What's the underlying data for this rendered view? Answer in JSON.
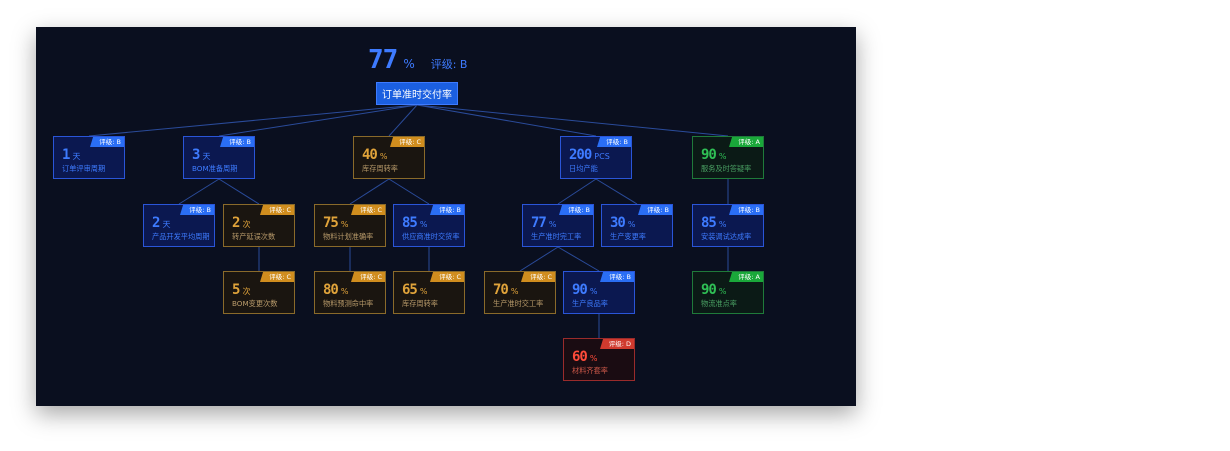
{
  "root": {
    "value": "77",
    "unit": "%",
    "grade": "评级: B",
    "label": "订单准时交付率"
  },
  "nodes": {
    "n1": {
      "value": "1",
      "unit": "天",
      "label": "订单评审周期",
      "grade": "评级: B",
      "color": "blue"
    },
    "n2": {
      "value": "3",
      "unit": "天",
      "label": "BOM准备周期",
      "grade": "评级: B",
      "color": "blue"
    },
    "n3": {
      "value": "40",
      "unit": "%",
      "label": "库存周转率",
      "grade": "评级: C",
      "color": "gold"
    },
    "n4": {
      "value": "200",
      "unit": "PCS",
      "label": "日均产能",
      "grade": "评级: B",
      "color": "blue"
    },
    "n5": {
      "value": "90",
      "unit": "%",
      "label": "服务及时答疑率",
      "grade": "评级: A",
      "color": "green"
    },
    "n2a": {
      "value": "2",
      "unit": "天",
      "label": "产品开发平均周期",
      "grade": "评级: B",
      "color": "blue"
    },
    "n2b": {
      "value": "2",
      "unit": "次",
      "label": "转产延误次数",
      "grade": "评级: C",
      "color": "gold"
    },
    "n2b1": {
      "value": "5",
      "unit": "次",
      "label": "BOM变更次数",
      "grade": "评级: C",
      "color": "gold"
    },
    "n3a": {
      "value": "75",
      "unit": "%",
      "label": "物料计划准确率",
      "grade": "评级: C",
      "color": "gold"
    },
    "n3b": {
      "value": "85",
      "unit": "%",
      "label": "供应商准时交货率",
      "grade": "评级: B",
      "color": "blue"
    },
    "n3a1": {
      "value": "80",
      "unit": "%",
      "label": "物料预测命中率",
      "grade": "评级: C",
      "color": "gold"
    },
    "n3b1": {
      "value": "65",
      "unit": "%",
      "label": "库存周转率",
      "grade": "评级: C",
      "color": "gold"
    },
    "n4a": {
      "value": "77",
      "unit": "%",
      "label": "生产准时完工率",
      "grade": "评级: B",
      "color": "blue"
    },
    "n4b": {
      "value": "30",
      "unit": "%",
      "label": "生产变更率",
      "grade": "评级: B",
      "color": "blue"
    },
    "n4a1": {
      "value": "70",
      "unit": "%",
      "label": "生产准时交工率",
      "grade": "评级: C",
      "color": "gold"
    },
    "n4a2": {
      "value": "90",
      "unit": "%",
      "label": "生产良品率",
      "grade": "评级: B",
      "color": "blue"
    },
    "n4a2a": {
      "value": "60",
      "unit": "%",
      "label": "材料齐套率",
      "grade": "评级: D",
      "color": "red"
    },
    "n5a": {
      "value": "85",
      "unit": "%",
      "label": "安装调试达成率",
      "grade": "评级: B",
      "color": "blue"
    },
    "n5a1": {
      "value": "90",
      "unit": "%",
      "label": "物流准点率",
      "grade": "评级: A",
      "color": "green"
    }
  },
  "colors": {
    "background": "#0a0f1f",
    "blue": "#3e7bff",
    "gold": "#e0a33a",
    "green": "#2fbf55",
    "red": "#ff4b3a",
    "line": "#2a4b9a"
  }
}
